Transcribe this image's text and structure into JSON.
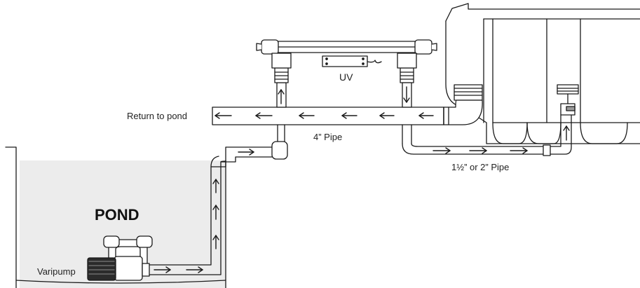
{
  "labels": {
    "return_to_pond": "Return to pond",
    "uv": "UV",
    "pipe_4in": "4” Pipe",
    "pipe_small": "1½” or 2” Pipe",
    "pond": "POND",
    "pump": "Varipump"
  },
  "colors": {
    "water": "#ececec",
    "stroke": "#1a1a1a",
    "pump_body": "#2b2b2b",
    "paper": "#ffffff"
  },
  "icons": {
    "flow_arrow": "arrow-icon"
  }
}
